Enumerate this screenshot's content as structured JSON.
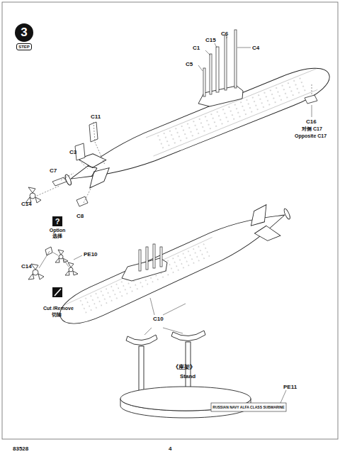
{
  "diagram": {
    "nodes": [
      {
        "text": [
          "3",
          "STEP"
        ]
      },
      {
        "text": [
          "?",
          "Option",
          "选择"
        ]
      }
    ],
    "labels": [
      "C6",
      "C15",
      "C1",
      "C4",
      "C5",
      "C16",
      "对侧 C17",
      "Opposite C17",
      "C11",
      "C3",
      "C7",
      "C14",
      "C8",
      "C14",
      "PE10",
      "Cut /Remove",
      "切除",
      "C10",
      "《座架》",
      "Stand",
      "PE11",
      "RUSSIAN NAVY ALFA CLASS SUBMARINE",
      "83528",
      "4"
    ]
  }
}
